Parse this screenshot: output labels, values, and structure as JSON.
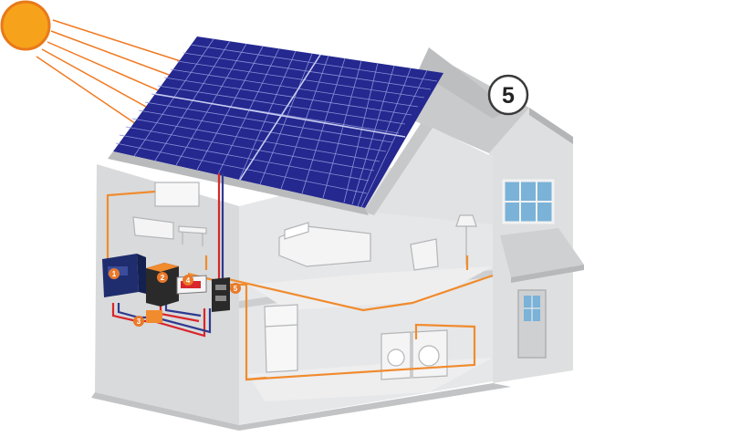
{
  "diagram": {
    "step_number": "5",
    "components": [
      {
        "id": "1",
        "name": "inverter"
      },
      {
        "id": "2",
        "name": "battery"
      },
      {
        "id": "3",
        "name": "junction-box"
      },
      {
        "id": "4",
        "name": "charge-controller"
      },
      {
        "id": "5",
        "name": "breaker-box"
      }
    ],
    "icons": [
      "sun-icon",
      "solar-panel-icon",
      "house-icon",
      "bed-icon",
      "armchair-icon",
      "floor-lamp-icon",
      "sofa-icon",
      "tv-icon",
      "refrigerator-icon",
      "washer-icon",
      "dryer-icon"
    ]
  },
  "colors": {
    "sun": "#f7a21b",
    "sun_edge": "#e8791a",
    "rays": "#f07a22",
    "panel": "#24288f",
    "panel_grid": "#8a90d6",
    "wire_live": "#d9262b",
    "wire_neutral": "#2f3a8f",
    "circuit": "#f08b2e",
    "wall": "#dadbdc",
    "wall_dark": "#c3c4c6",
    "roof": "#b9babc",
    "badge": "#e9792a"
  }
}
